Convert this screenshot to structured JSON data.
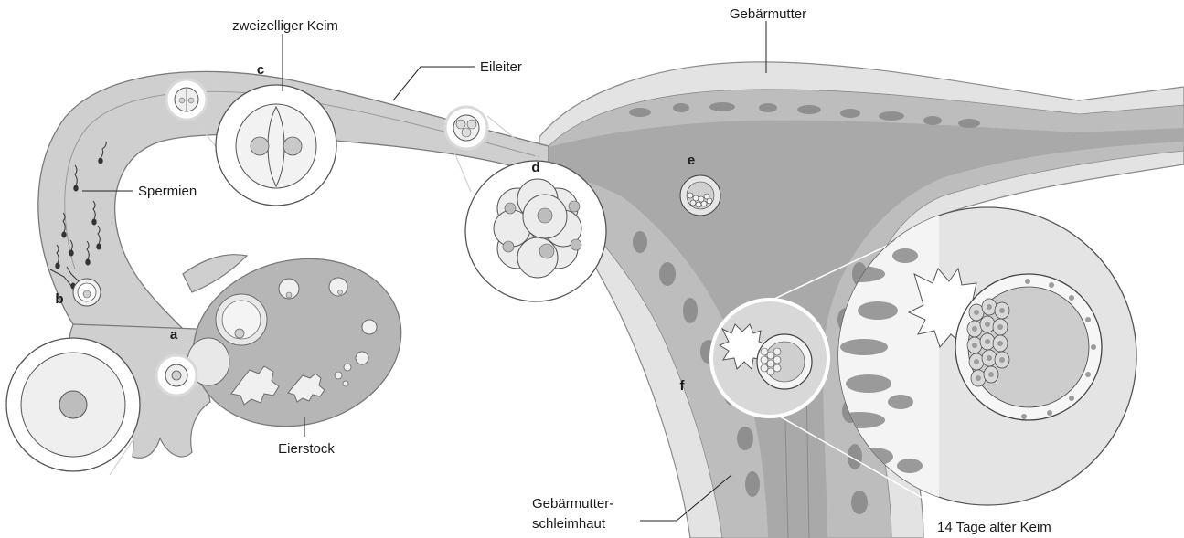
{
  "labels": {
    "zweizelliger_keim": "zweizelliger Keim",
    "gebaermutter": "Gebärmutter",
    "eileiter": "Eileiter",
    "spermien": "Spermien",
    "eierstock": "Eierstock",
    "schleimhaut_line1": "Gebärmutter-",
    "schleimhaut_line2": "schleimhaut",
    "keim_14_tage": "14 Tage alter Keim"
  },
  "stages": {
    "a": "a",
    "b": "b",
    "c": "c",
    "d": "d",
    "e": "e",
    "f": "f"
  },
  "colors": {
    "tube": "#c9c9c9",
    "tube_outline": "#7a7a7a",
    "uterus_wall": "#dcdcdc",
    "uterus_cavity": "#b8b8b8",
    "endometrium": "#a5a5a5",
    "magnifier": "#ffffff",
    "cell": "#e6e6e6",
    "nucleus": "#bdbdbd"
  }
}
